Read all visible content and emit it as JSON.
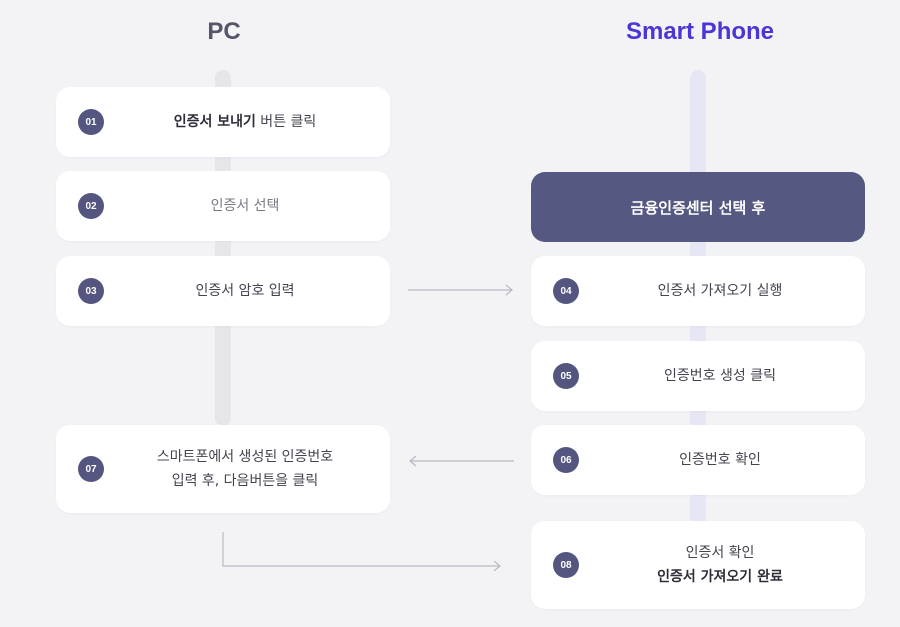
{
  "columns": {
    "pc": "PC",
    "phone": "Smart Phone"
  },
  "colors": {
    "phone_title": "#4a35d6",
    "badge": "#545680",
    "highlight": "#555881",
    "background": "#f3f3f6"
  },
  "steps": [
    {
      "num": "01",
      "bold": "인증서 보내기",
      "rest": " 버튼 클릭"
    },
    {
      "num": "02",
      "text": "인증서 선택"
    },
    {
      "num": "03",
      "text": "인증서 암호 입력"
    },
    {
      "num": "04",
      "text": "인증서 가져오기 실행"
    },
    {
      "num": "05",
      "text": "인증번호 생성 클릭"
    },
    {
      "num": "06",
      "text": "인증번호 확인"
    },
    {
      "num": "07",
      "line1": "스마트폰에서 생성된 인증번호",
      "line2": "입력 후, 다음버튼을 클릭"
    },
    {
      "num": "08",
      "line1": "인증서 확인",
      "line2": "인증서 가져오기 완료"
    }
  ],
  "phone_start": "금융인증센터 선택 후"
}
